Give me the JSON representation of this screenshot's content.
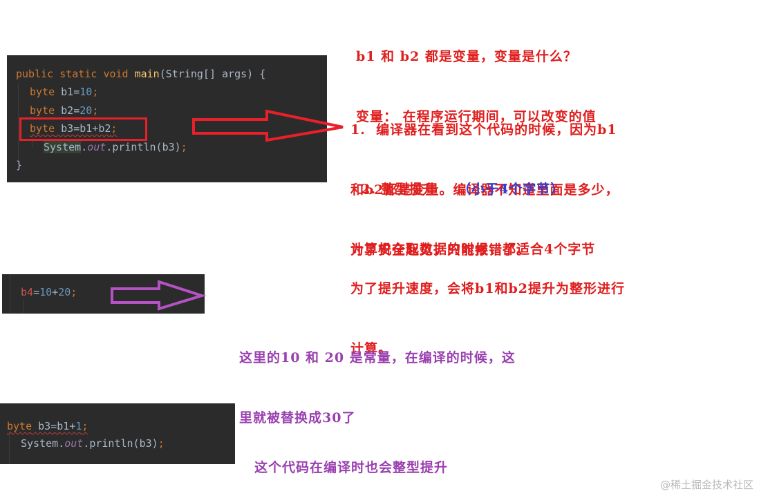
{
  "code_panel_1": {
    "lines": {
      "l1": {
        "kw1": "public",
        "kw2": "static",
        "kw3": "void",
        "fn": "main",
        "rest": "(String[] args) {"
      },
      "l2": {
        "kw": "byte",
        "id": " b1=",
        "num": "10",
        "semi": ";"
      },
      "l3": {
        "kw": "byte",
        "id": " b2=",
        "num": "20",
        "semi": ";"
      },
      "l4": {
        "kw": "byte",
        "id": " b3=b1+b2",
        "semi": ";"
      },
      "l5": {
        "sys": "System",
        "dot1": ".",
        "field": "out",
        "rest": ".println(b3)",
        "semi": ";"
      },
      "l6": {
        "brace": "}"
      }
    }
  },
  "code_panel_2": {
    "line": {
      "var": "b4",
      "eq": "=",
      "num1": "10",
      "plus": "+",
      "num2": "20",
      "semi": ";"
    }
  },
  "code_panel_3": {
    "lines": {
      "l1": {
        "kw": "byte",
        "id": " b3=b1+",
        "num": "1",
        "semi": ";"
      },
      "l2": {
        "sys": "System",
        "dot1": ".",
        "field": "out",
        "rest": ".println(b3)",
        "semi": ";"
      }
    }
  },
  "notes": {
    "top": {
      "line1": "b1 和 b2 都是变量，变量是什么？",
      "line2": "变量： 在程序运行期间，可以改变的值"
    },
    "point1": {
      "line1": "1.  编译器在看到这个代码的时候，因为b1",
      "line2": "和b2都是变量。编译器不知道里面是多少，",
      "line3": "为了安全起见，只能报错了。"
    },
    "point2": {
      "title": "2. 整型提升",
      "subtitle": "（小于4个字节）",
      "line1": "计算机在取数据的时候，都适合4个字节",
      "line2": "为了提升速度，会将b1和b2提升为整形进行",
      "line3": "计算。"
    },
    "constants": {
      "line1": "这里的10 和 20 是常量，在编译的时候，这",
      "line2": "里就被替换成30了"
    },
    "promotion": {
      "line1": "这个代码在编译时也会整型提升"
    }
  },
  "colors": {
    "editor_bg": "#2b2b2b",
    "red_annotation": "#e01e1e",
    "blue_annotation": "#2f3fd8",
    "purple_annotation": "#9a3fb0",
    "red_arrow": "#e8202a",
    "purple_arrow": "#b552c4"
  },
  "watermark": "@稀土掘金技术社区"
}
